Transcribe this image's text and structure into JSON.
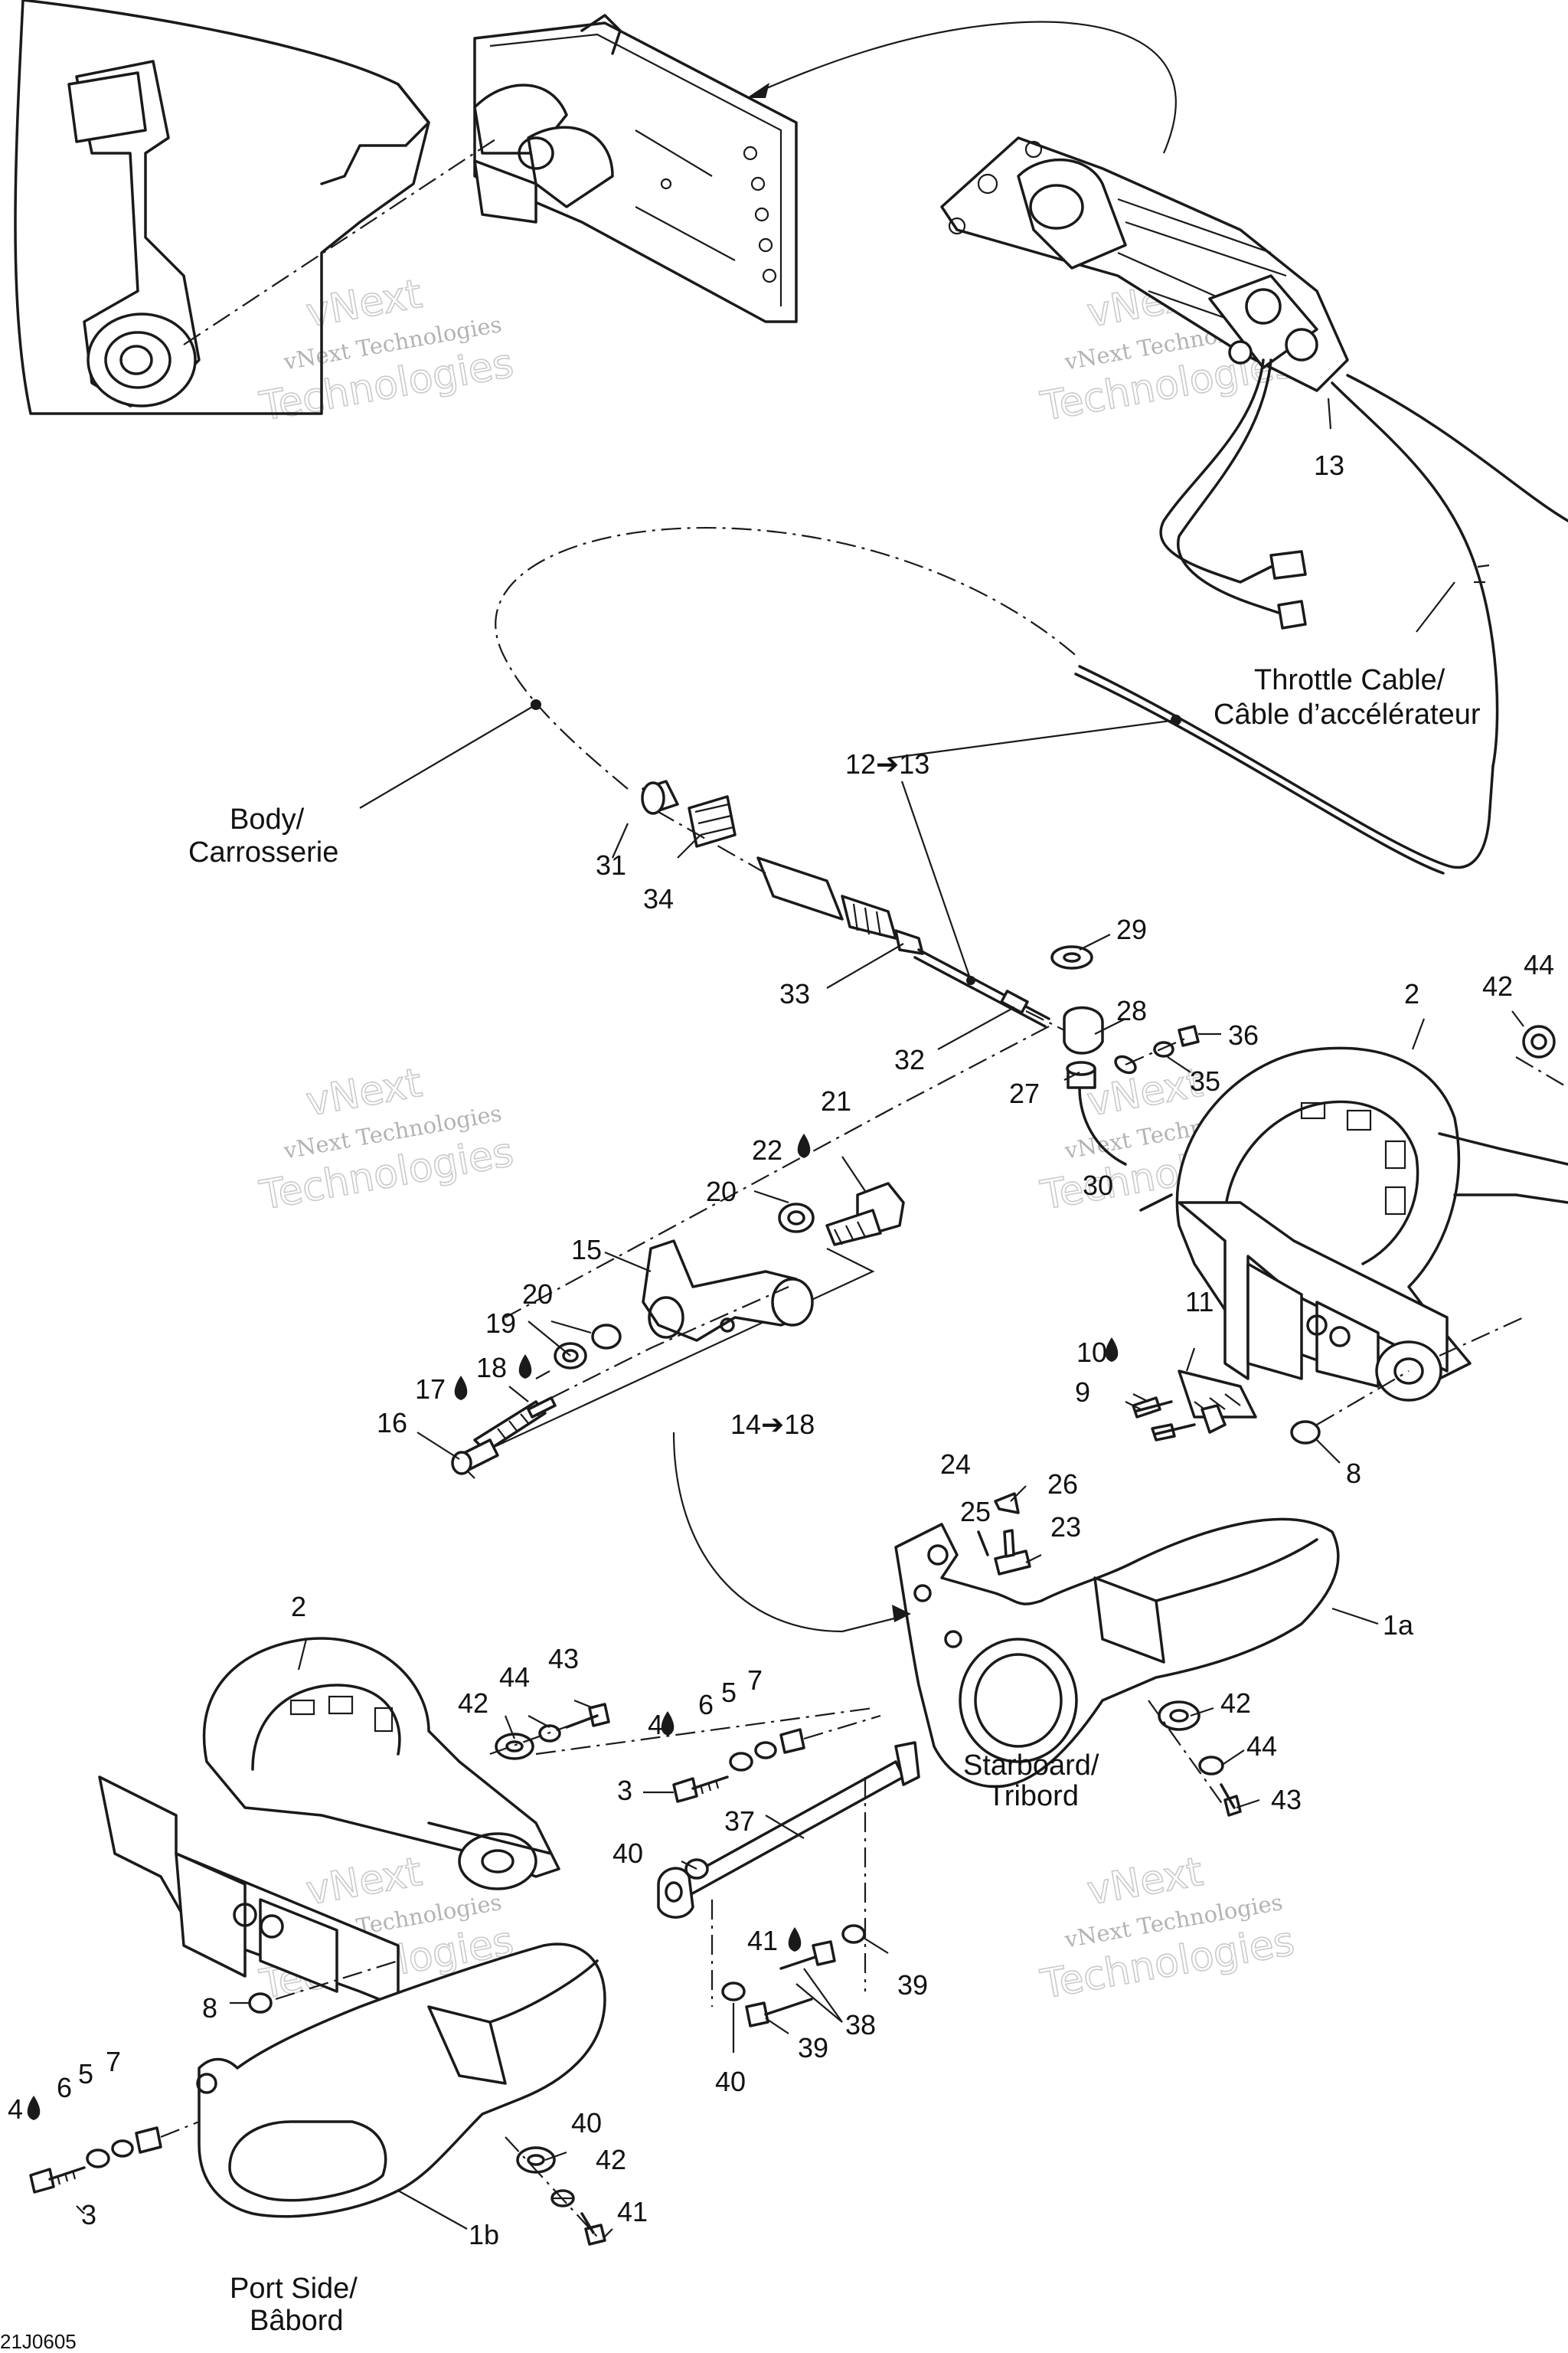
{
  "labels": {
    "throttle_cable": [
      "Throttle Cable/",
      "Câble d’accélérateur"
    ],
    "body": [
      "Body/",
      "Carrosserie"
    ],
    "starboard": [
      "Starboard/",
      "Tribord"
    ],
    "port_side": [
      "Port Side/",
      "Bâbord"
    ]
  },
  "callouts": {
    "c13": "13",
    "c12_13": "12➔13",
    "c29": "29",
    "c28": "28",
    "c27": "27",
    "c36": "36",
    "c35": "35",
    "c31": "31",
    "c34": "34",
    "c33": "33",
    "c32": "32",
    "c2_right": "2",
    "c42_right": "42",
    "c44_right": "44",
    "c21": "21",
    "c22": "22",
    "c20_top": "20",
    "c15": "15",
    "c20_mid": "20",
    "c19": "19",
    "c17": "17",
    "c18": "18",
    "c16": "16",
    "c14_18": "14➔18",
    "c30": "30",
    "c11": "11",
    "c10": "10",
    "c9": "9",
    "c8_right": "8",
    "c24": "24",
    "c26": "26",
    "c25": "25",
    "c23": "23",
    "c1a": "1a",
    "c2_left": "2",
    "c43_a": "43",
    "c42_a": "42",
    "c44_a": "44",
    "c4_a": "4",
    "c6_a": "6",
    "c5_a": "5",
    "c7_a": "7",
    "c3_a": "3",
    "c42_b": "42",
    "c44_b": "44",
    "c43_b": "43",
    "c40_a": "40",
    "c37": "37",
    "c41_a": "41",
    "c39_a": "39",
    "c38": "38",
    "c39_b": "39",
    "c40_b": "40",
    "c8_left": "8",
    "c4_b": "4",
    "c6_b": "6",
    "c5_b": "5",
    "c7_b": "7",
    "c3_b": "3",
    "c40_c": "40",
    "c42_c": "42",
    "c41_b": "41",
    "c1b": "1b"
  },
  "watermark": {
    "line1": "vNext Technologies",
    "line2": "vNext",
    "line3": "Technologies"
  },
  "drawing_code": "21J0605",
  "colors": {
    "ink": "#1a1a1a",
    "watermark": "#9a9a9a",
    "background": "#ffffff"
  }
}
